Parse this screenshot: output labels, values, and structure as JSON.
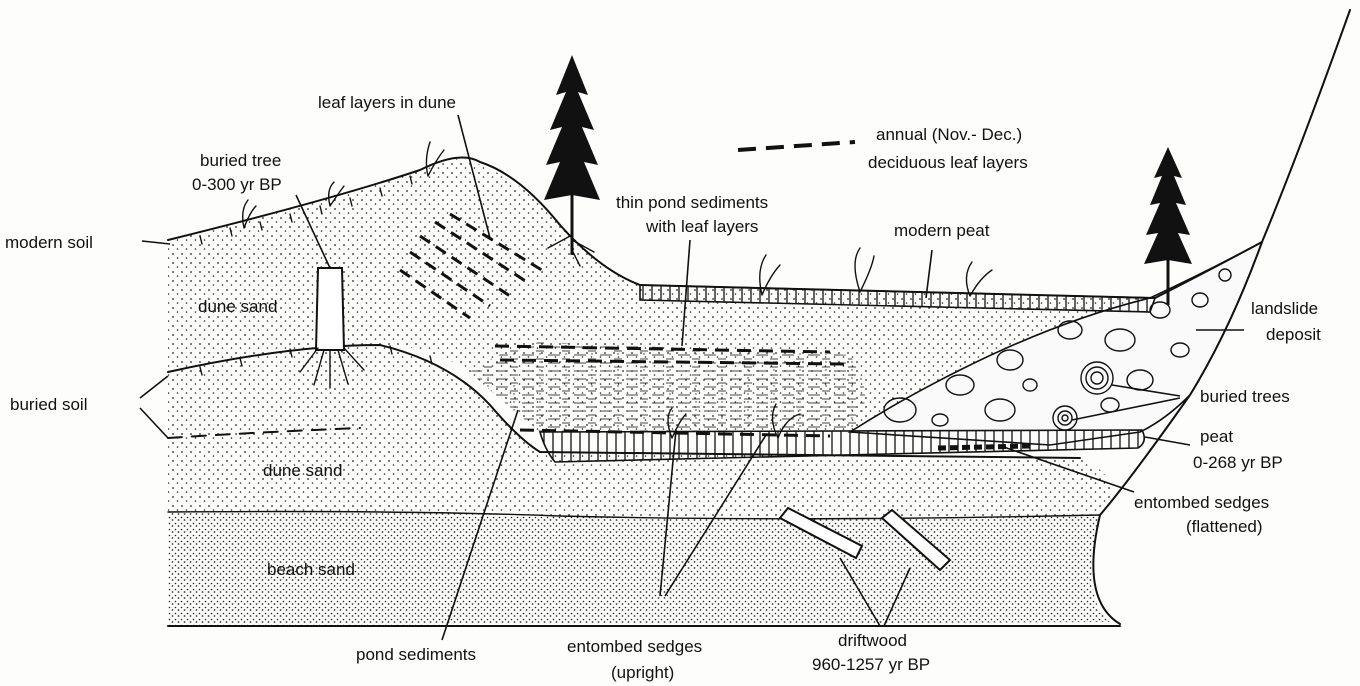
{
  "labels": {
    "modern_soil": "modern soil",
    "buried_tree_1": "buried tree",
    "buried_tree_2": "0-300 yr BP",
    "leaf_layers_in_dune": "leaf layers in dune",
    "annual_1": "annual (Nov.- Dec.)",
    "annual_2": "deciduous leaf layers",
    "thin_pond_1": "thin pond sediments",
    "thin_pond_2": "with leaf layers",
    "modern_peat": "modern peat",
    "dune_sand_upper": "dune sand",
    "buried_soil": "buried soil",
    "dune_sand_lower": "dune sand",
    "beach_sand": "beach sand",
    "landslide_1": "landslide",
    "landslide_2": "deposit",
    "buried_trees": "buried trees",
    "peat_1": "peat",
    "peat_2": "0-268 yr BP",
    "entombed_flat_1": "entombed sedges",
    "entombed_flat_2": "(flattened)",
    "pond_sediments": "pond sediments",
    "entombed_up_1": "entombed sedges",
    "entombed_up_2": "(upright)",
    "driftwood_1": "driftwood",
    "driftwood_2": "960-1257 yr BP"
  },
  "colors": {
    "ink": "#111111",
    "paper": "#fdfdfc"
  }
}
